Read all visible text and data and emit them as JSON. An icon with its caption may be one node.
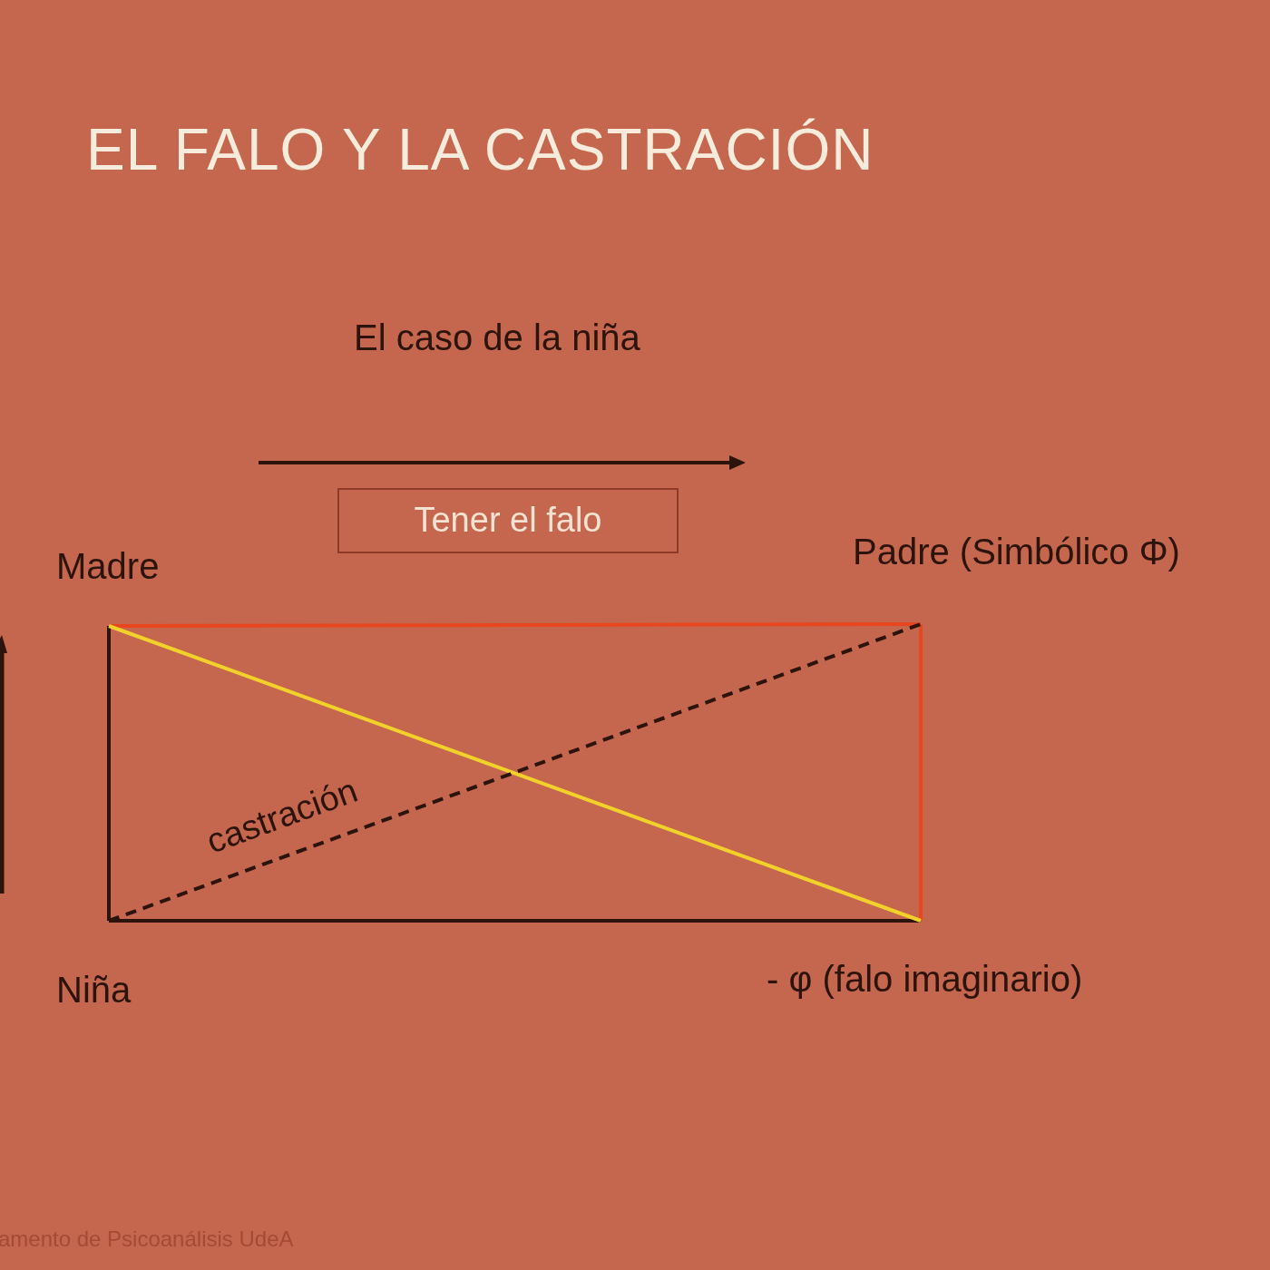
{
  "diagram": {
    "title": "EL FALO Y LA CASTRACIÓN",
    "nodes": [
      {
        "text": [
          "Tener el falo"
        ]
      },
      {
        "text": [
          "Madre"
        ]
      },
      {
        "text": [
          "Padre (Simbólico Φ)"
        ]
      },
      {
        "text": [
          "Niña"
        ]
      },
      {
        "text": [
          "- φ (falo imaginario)"
        ]
      }
    ],
    "edges": [
      {
        "from": 1,
        "to": 2,
        "arrow": "none",
        "color": "#e8461e"
      },
      {
        "from": 2,
        "to": 4,
        "arrow": "none",
        "color": "#e8461e"
      },
      {
        "from": 3,
        "to": 4,
        "arrow": "none"
      },
      {
        "from": 1,
        "to": 3,
        "arrow": "none"
      },
      {
        "from": 1,
        "to": 4,
        "arrow": "none",
        "color": "#f2d22a"
      },
      {
        "from": 3,
        "to": 2,
        "arrow": "none",
        "style": "dashed",
        "label": "castración"
      }
    ],
    "labels": [
      "El caso de la niña",
      "amento de Psicoanálisis UdeA"
    ]
  }
}
